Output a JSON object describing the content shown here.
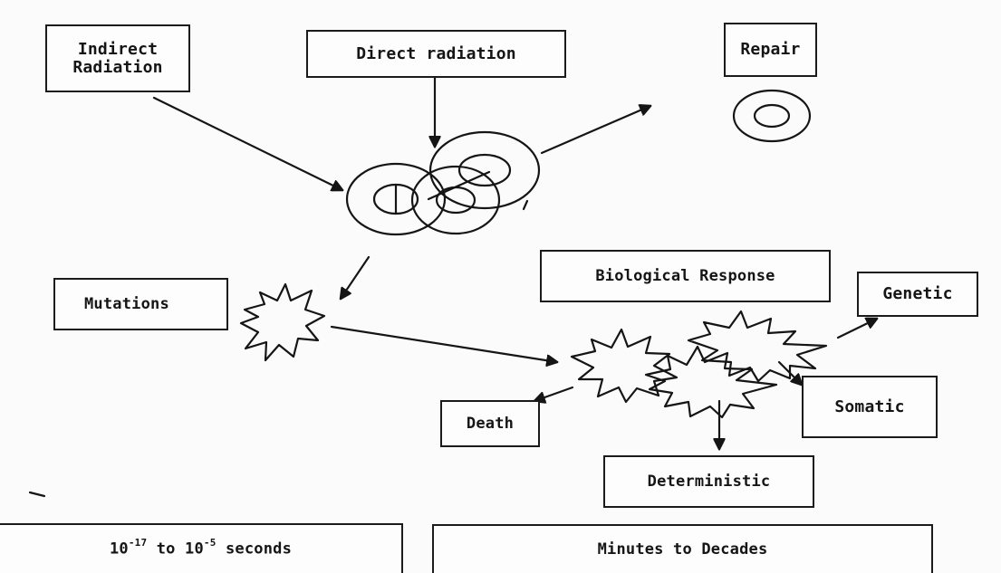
{
  "labels": {
    "indirect_line1": "Indirect",
    "indirect_line2": "Radiation",
    "direct": "Direct radiation",
    "repair": "Repair",
    "mutations": "Mutations",
    "biological_response": "Biological Response",
    "genetic": "Genetic",
    "somatic": "Somatic",
    "death": "Death",
    "deterministic": "Deterministic"
  },
  "timeline": {
    "left_base1": "10",
    "left_exp1": "-17",
    "left_mid": " to ",
    "left_base2": "10",
    "left_exp2": "-5",
    "left_suffix": " seconds",
    "right": "Minutes to Decades"
  },
  "colors": {
    "ink": "#151515",
    "paper": "#fbfbfb"
  }
}
